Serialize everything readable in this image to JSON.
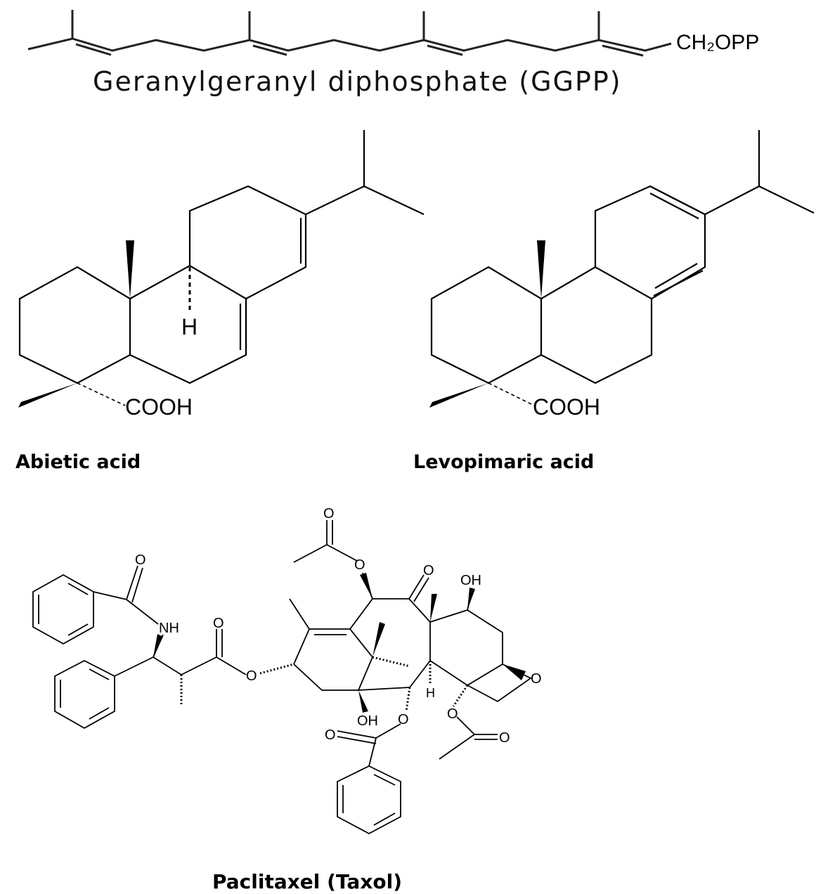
{
  "ggpp": {
    "substituent": "CH₂OPP",
    "caption": "Geranylgeranyl diphosphate (GGPP)"
  },
  "abietic": {
    "name": "Abietic acid",
    "h_label": "H",
    "acid_label": "COOH"
  },
  "levopimaric": {
    "name": "Levopimaric acid",
    "acid_label": "COOH"
  },
  "paclitaxel": {
    "name": "Paclitaxel (Taxol)",
    "atoms": {
      "o_acetyl_top": "O",
      "o_acetyl_link": "O",
      "o_ketone": "O",
      "oh_top": "OH",
      "o_amide": "O",
      "nh": "NH",
      "o_ester_c": "O",
      "o_ester_link": "O",
      "o_oxetane": "O",
      "h_ring": "H",
      "oh_bottom": "OH",
      "o_benzoate_link": "O",
      "o_benzoate_c": "O",
      "o_acetate_link": "O",
      "o_acetate_c": "O"
    }
  }
}
